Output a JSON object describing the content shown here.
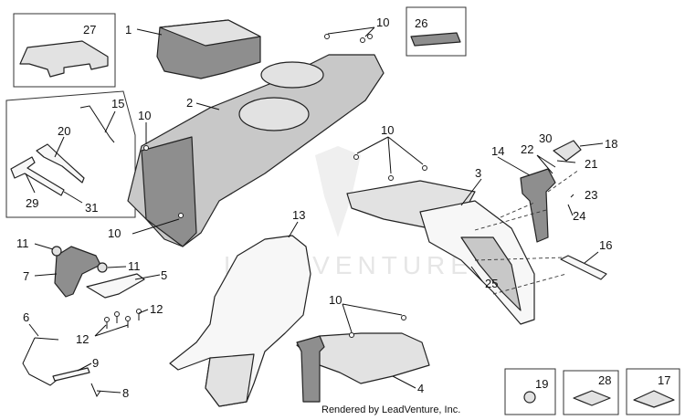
{
  "watermark": "LEADVENTURE",
  "credit": "Rendered by LeadVenture, Inc.",
  "callouts": [
    "1",
    "2",
    "3",
    "4",
    "5",
    "6",
    "7",
    "8",
    "9",
    "10",
    "10",
    "10",
    "10",
    "10",
    "11",
    "11",
    "12",
    "12",
    "13",
    "14",
    "15",
    "16",
    "17",
    "18",
    "19",
    "20",
    "21",
    "22",
    "23",
    "24",
    "25",
    "26",
    "27",
    "28",
    "29",
    "30",
    "31"
  ]
}
